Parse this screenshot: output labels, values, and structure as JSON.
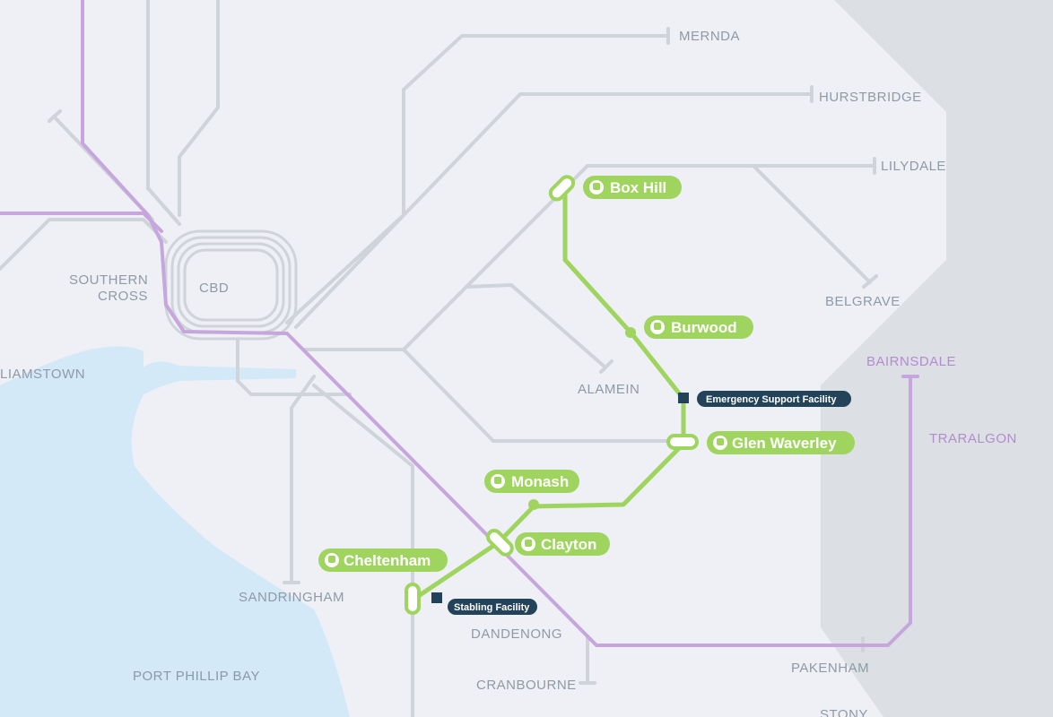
{
  "colors": {
    "background": "#eef0f5",
    "water": "#d3e9f7",
    "outer_region": "#dcdfe3",
    "network_line": "#cfd3da",
    "purple_line": "#c6a6dc",
    "srl_green": "#9fd45f",
    "facility_navy": "#23435a"
  },
  "terminus_labels": {
    "mernda": "MERNDA",
    "hurstbridge": "HURSTBRIDGE",
    "lilydale": "LILYDALE",
    "belgrave": "BELGRAVE",
    "alamein": "ALAMEIN",
    "sandringham": "SANDRINGHAM",
    "dandenong": "DANDENONG",
    "cranbourne": "CRANBOURNE",
    "pakenham": "PAKENHAM",
    "williamstown": "LIAMSTOWN",
    "stony": "STONY"
  },
  "place_labels": {
    "southern_cross_1": "SOUTHERN",
    "southern_cross_2": "CROSS",
    "cbd": "CBD",
    "port_phillip_bay": "PORT PHILLIP BAY"
  },
  "regional_labels": {
    "bairnsdale": "BAIRNSDALE",
    "traralgon": "TRARALGON"
  },
  "srl_stations": {
    "box_hill": "Box Hill",
    "burwood": "Burwood",
    "glen_waverley": "Glen Waverley",
    "monash": "Monash",
    "clayton": "Clayton",
    "cheltenham": "Cheltenham"
  },
  "facilities": {
    "emergency": "Emergency Support Facility",
    "stabling": "Stabling Facility"
  }
}
